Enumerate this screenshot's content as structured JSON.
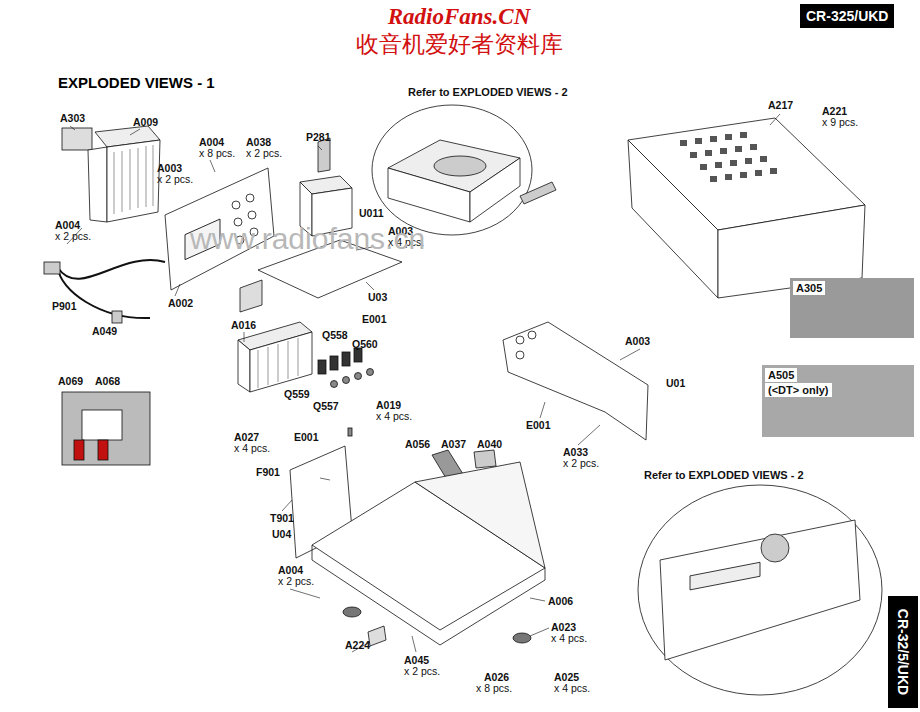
{
  "diagram": {
    "title": "EXPLODED VIEWS - 1",
    "nodes": [
      {
        "text": [
          "CR-325/UKD"
        ]
      },
      {
        "text": [
          "CR-32/5/UKD"
        ]
      },
      {
        "text": [
          "A305"
        ]
      },
      {
        "text": [
          "A505",
          "(<DT> only)"
        ]
      }
    ],
    "edges": [],
    "labels": [
      "RadioFans.CN",
      "收音机爱好者资料库",
      "Refer to EXPLODED VIEWS - 2",
      "A303",
      "A009",
      "A004",
      "x 8 pcs.",
      "A038",
      "x 2 pcs.",
      "P281",
      "A217",
      "A221",
      "x 9 pcs.",
      "A003",
      "x 2 pcs.",
      "A004",
      "x 2 pcs.",
      "U011",
      "A003",
      "x 4 pcs.",
      "P901",
      "A002",
      "U03",
      "E001",
      "A049",
      "A016",
      "Q558",
      "Q560",
      "A069",
      "A068",
      "Q559",
      "Q557",
      "A019",
      "x 4 pcs.",
      "A003",
      "U01",
      "E001",
      "A027",
      "x 4 pcs.",
      "E001",
      "A056",
      "A037",
      "A040",
      "A033",
      "x 2 pcs.",
      "F901",
      "T901",
      "U04",
      "Refer to EXPLODED VIEWS - 2",
      "A004",
      "x 2 pcs.",
      "A006",
      "A023",
      "x 4 pcs.",
      "A224",
      "A045",
      "x 2 pcs.",
      "A026",
      "x 8 pcs.",
      "A025",
      "x 4 pcs.",
      "www.radiofans.cn"
    ]
  }
}
